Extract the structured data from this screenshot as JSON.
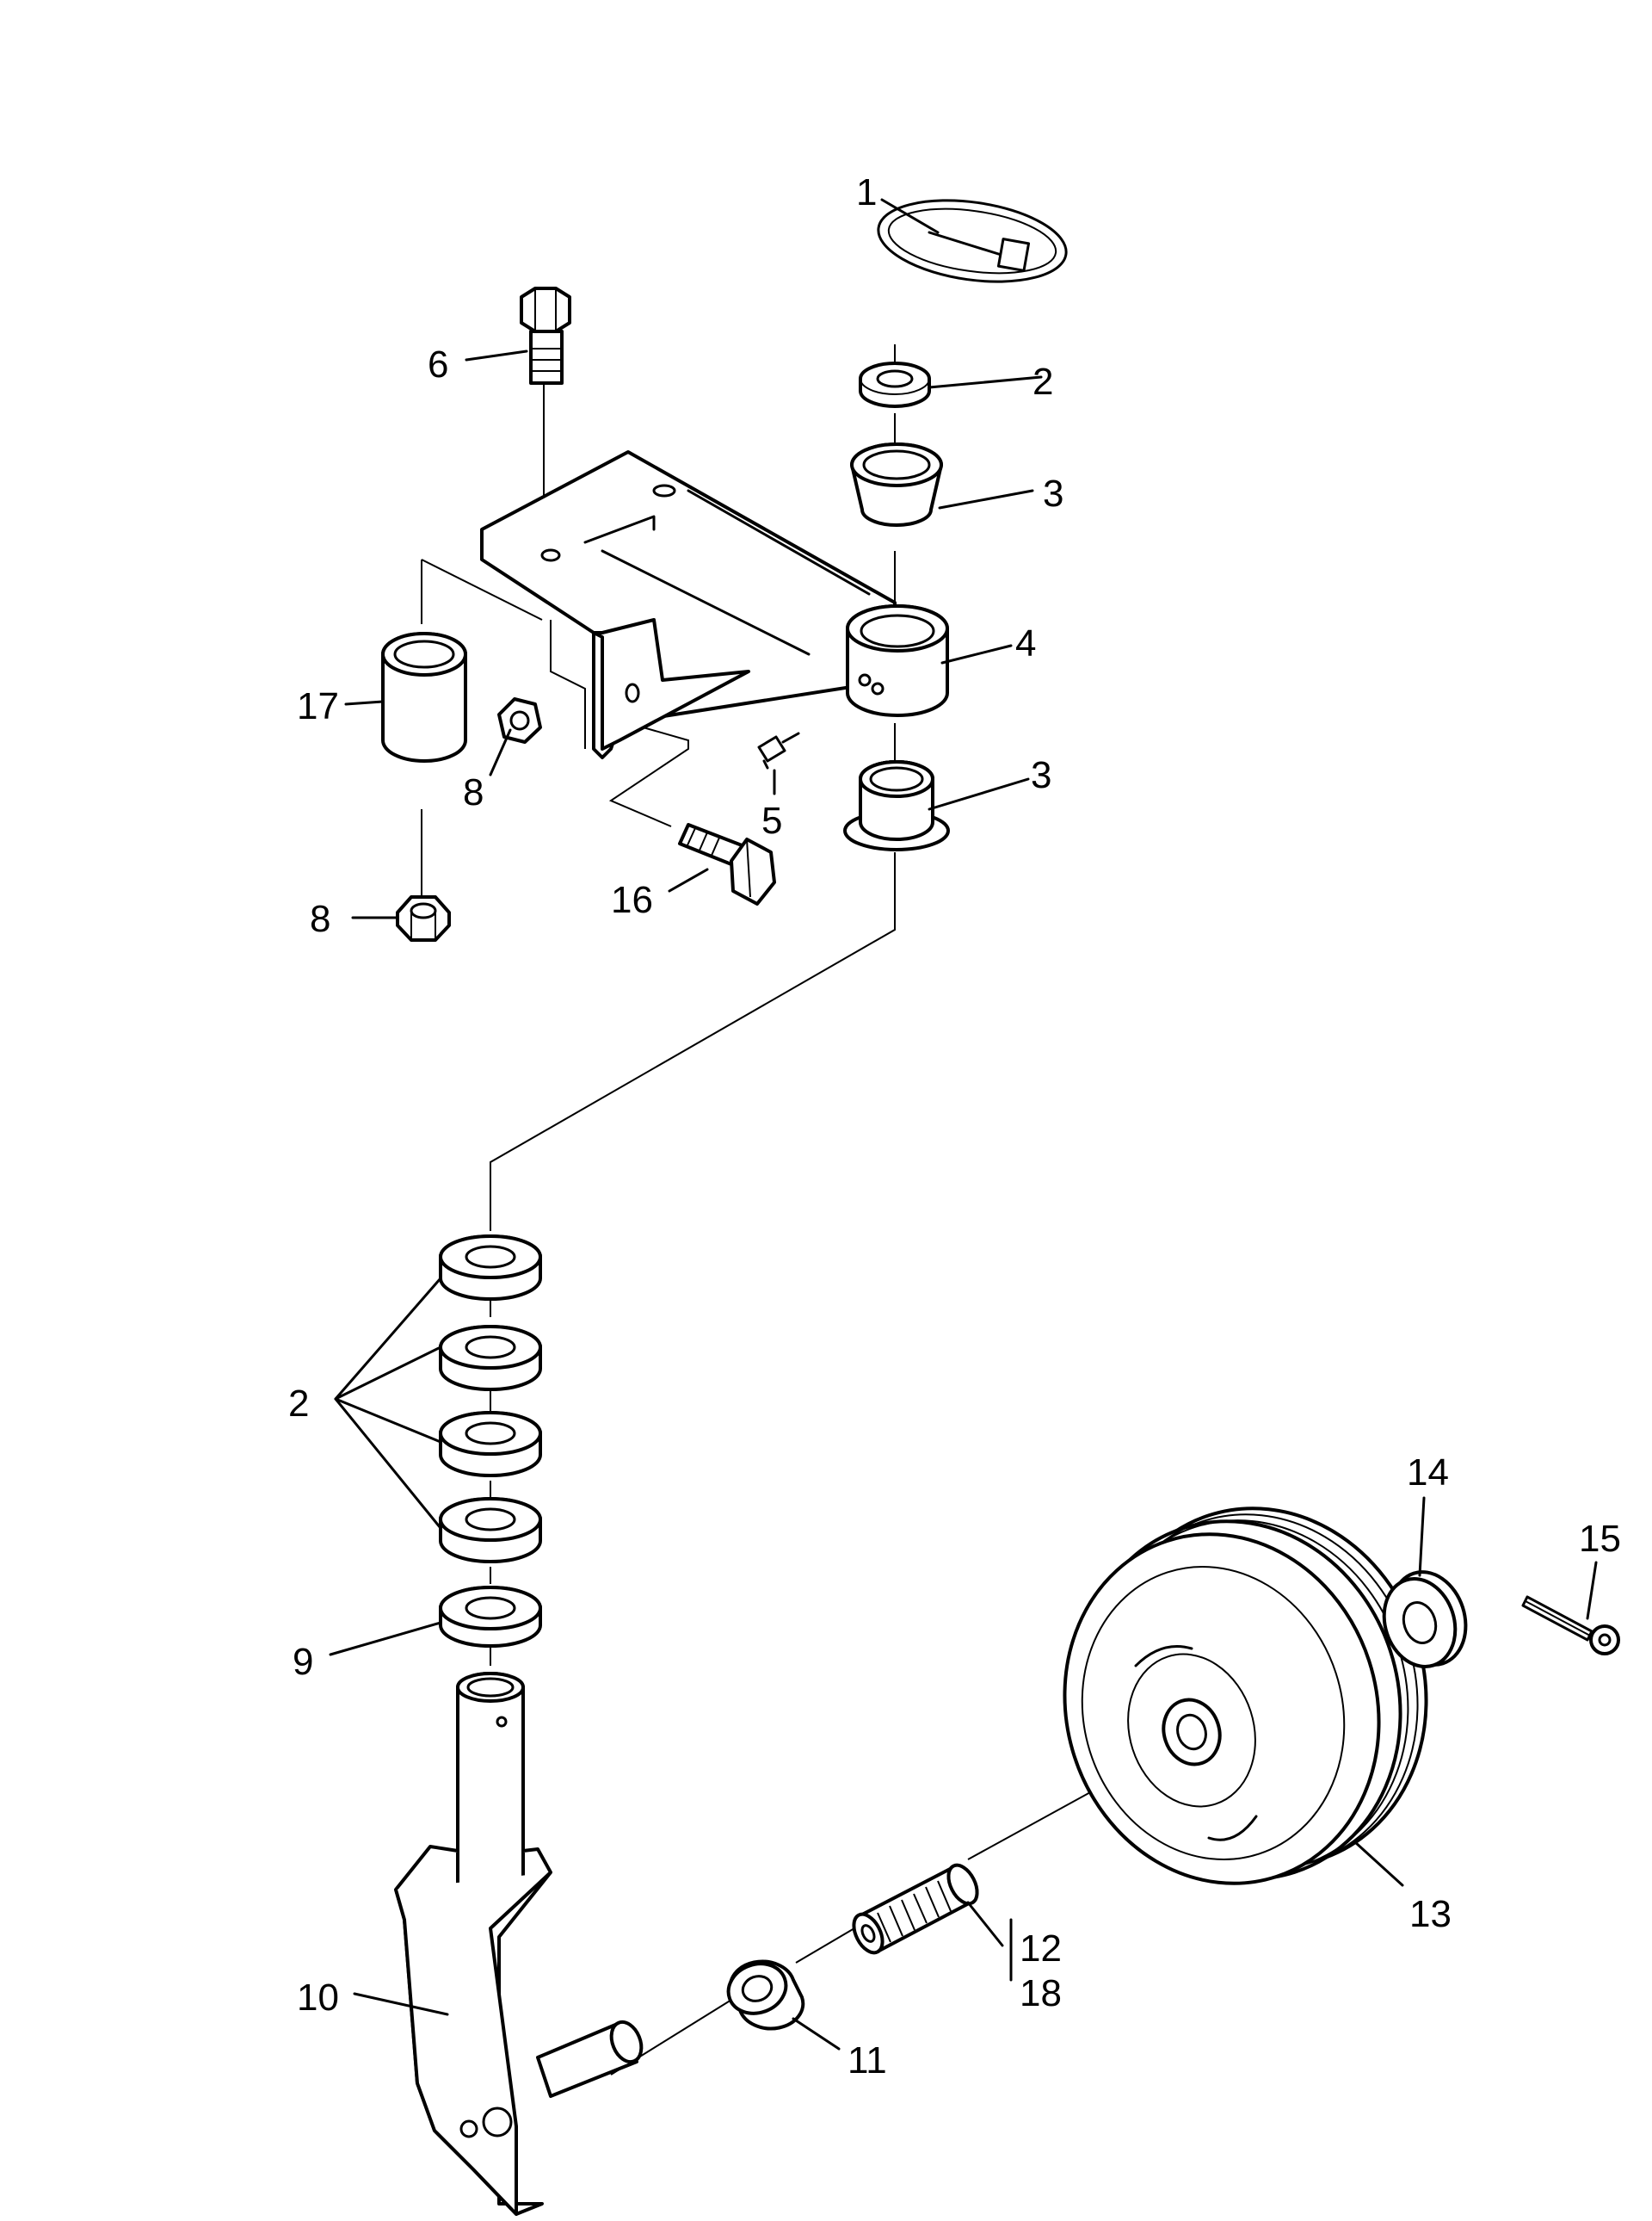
{
  "callouts": {
    "c1": "1",
    "c2_top": "2",
    "c3_top": "3",
    "c4": "4",
    "c6": "6",
    "c17": "17",
    "c8_upper": "8",
    "c5": "5",
    "c3_lower": "3",
    "c16": "16",
    "c8_lower": "8",
    "c2_stack": "2",
    "c9": "9",
    "c14": "14",
    "c15": "15",
    "c10": "10",
    "c11": "11",
    "c12": "12",
    "c18": "18",
    "c13": "13"
  },
  "colors": {
    "line": "#000000",
    "background": "#ffffff"
  }
}
